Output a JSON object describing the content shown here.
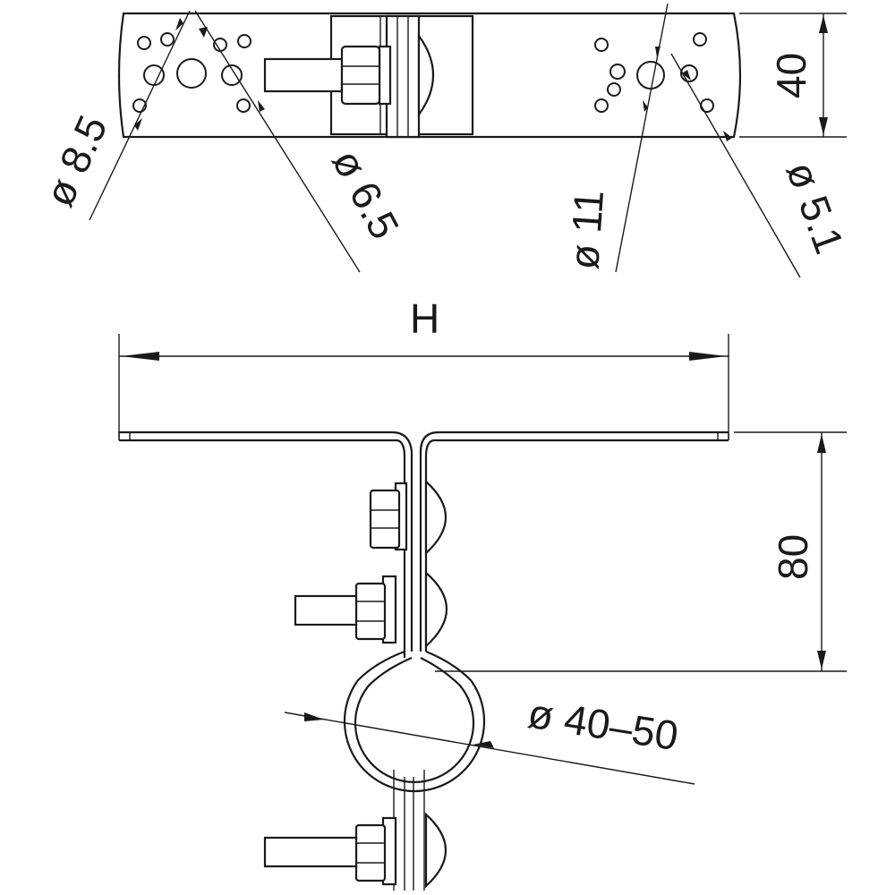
{
  "labels": {
    "dia_8_5": "ø 8.5",
    "dia_6_5": "ø 6.5",
    "dia_11": "ø 11",
    "dia_5_1": "ø 5.1",
    "height_40": "40",
    "width_h": "H",
    "height_80": "80",
    "dia_40_50": "ø 40–50"
  }
}
